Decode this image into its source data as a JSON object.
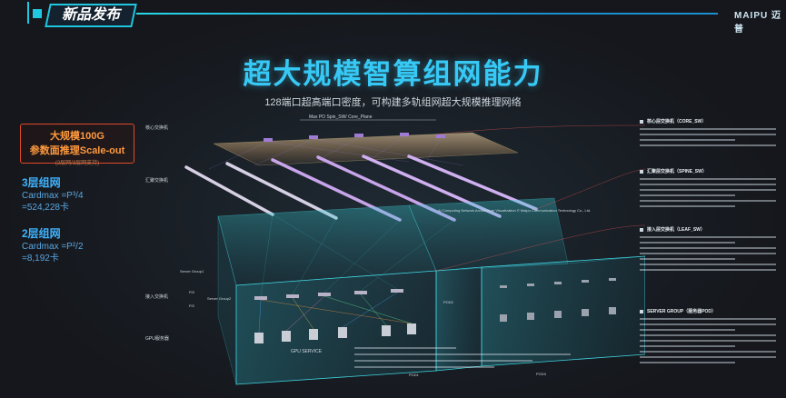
{
  "header": {
    "badge": "新品发布",
    "brand": "MAIPU 迈普"
  },
  "title": "超大规模智算组网能力",
  "subtitle": "128端口超高端口密度，可构建多轨组网超大规模推理网络",
  "scale_box": {
    "line1": "大规模100G",
    "line2": "参数面推理Scale-out",
    "line3": "(2层网/3层网支持)"
  },
  "tier3": {
    "heading": "3层组网",
    "formula": "Cardmax =P³/4",
    "result": "=524,228卡"
  },
  "tier2": {
    "heading": "2层组网",
    "formula": "Cardmax =P²/2",
    "result": "=8,192卡"
  },
  "diagram": {
    "core_label": "核心交换机",
    "agg_label": "汇聚交换机",
    "access_label": "接入交换机",
    "gpu_label": "GPU服务器",
    "core_plane": "Max PO Spin_SW/ Core_Plane",
    "server_group1": "Server Group1",
    "server_group2": "Server Group2",
    "pod1": "POD1",
    "pod2": "POD2",
    "pod3": "POD3",
    "pod_note": "AI Computing Network Architecture Visualization\n© Maipu Communication Technology Co., Ltd.",
    "gpu_service": "GPU SERVICE",
    "p1": "P/2",
    "p2": "P/2"
  },
  "right_panel": {
    "sections": [
      {
        "heading": "核心层交换机（CORE_SW）"
      },
      {
        "heading": "汇聚层交换机（SPINE_SW）"
      },
      {
        "heading": "接入层交换机（LEAF_SW）"
      },
      {
        "heading": "SERVER GROUP（服务器POD）"
      }
    ]
  },
  "colors": {
    "accent": "#37c9f5",
    "cyan": "#1fc7e0",
    "orange": "#ff9a3d",
    "blue_text": "#3fb4ff"
  }
}
